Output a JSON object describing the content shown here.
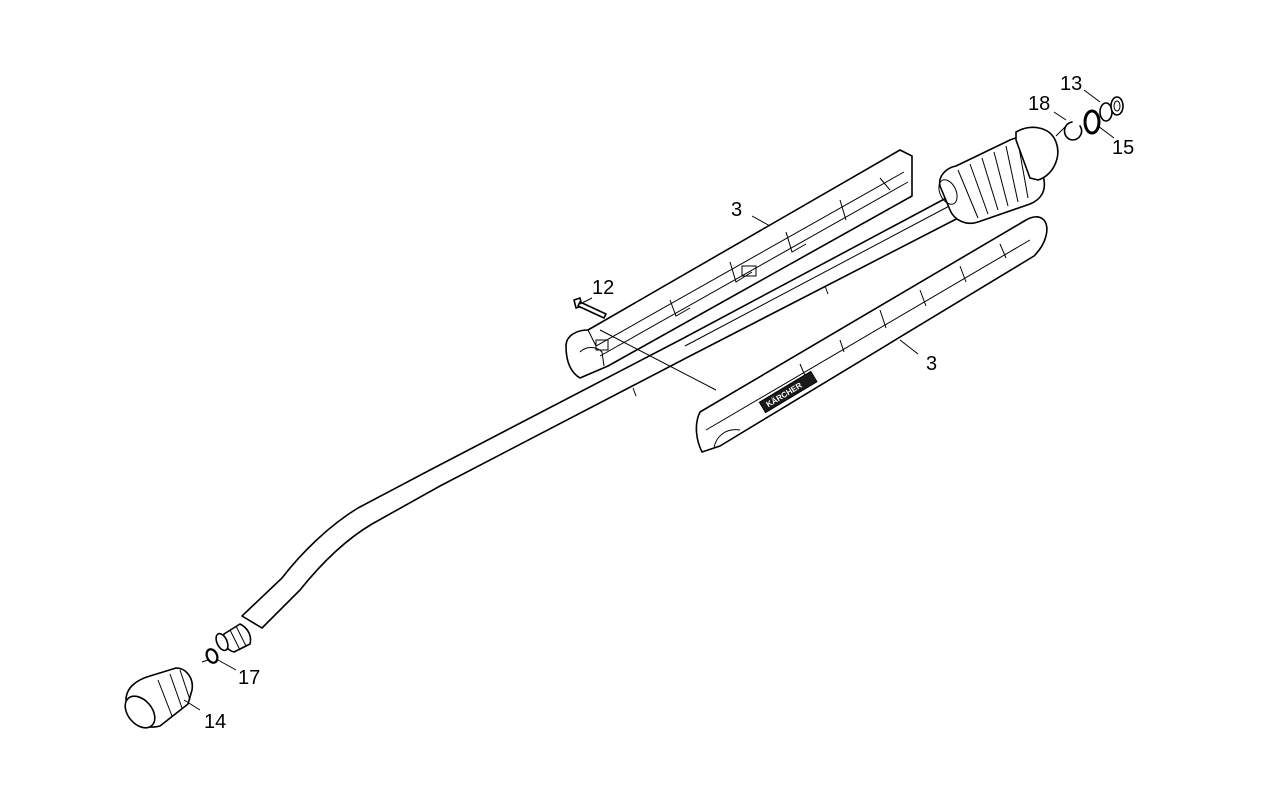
{
  "brand_label": "KÄRCHER",
  "callouts": {
    "c3_upper": "3",
    "c3_lower": "3",
    "c12": "12",
    "c13": "13",
    "c14": "14",
    "c15": "15",
    "c17": "17",
    "c18": "18"
  },
  "colors": {
    "line": "#000000",
    "background": "#ffffff",
    "label_band": "#1a1a1a"
  }
}
